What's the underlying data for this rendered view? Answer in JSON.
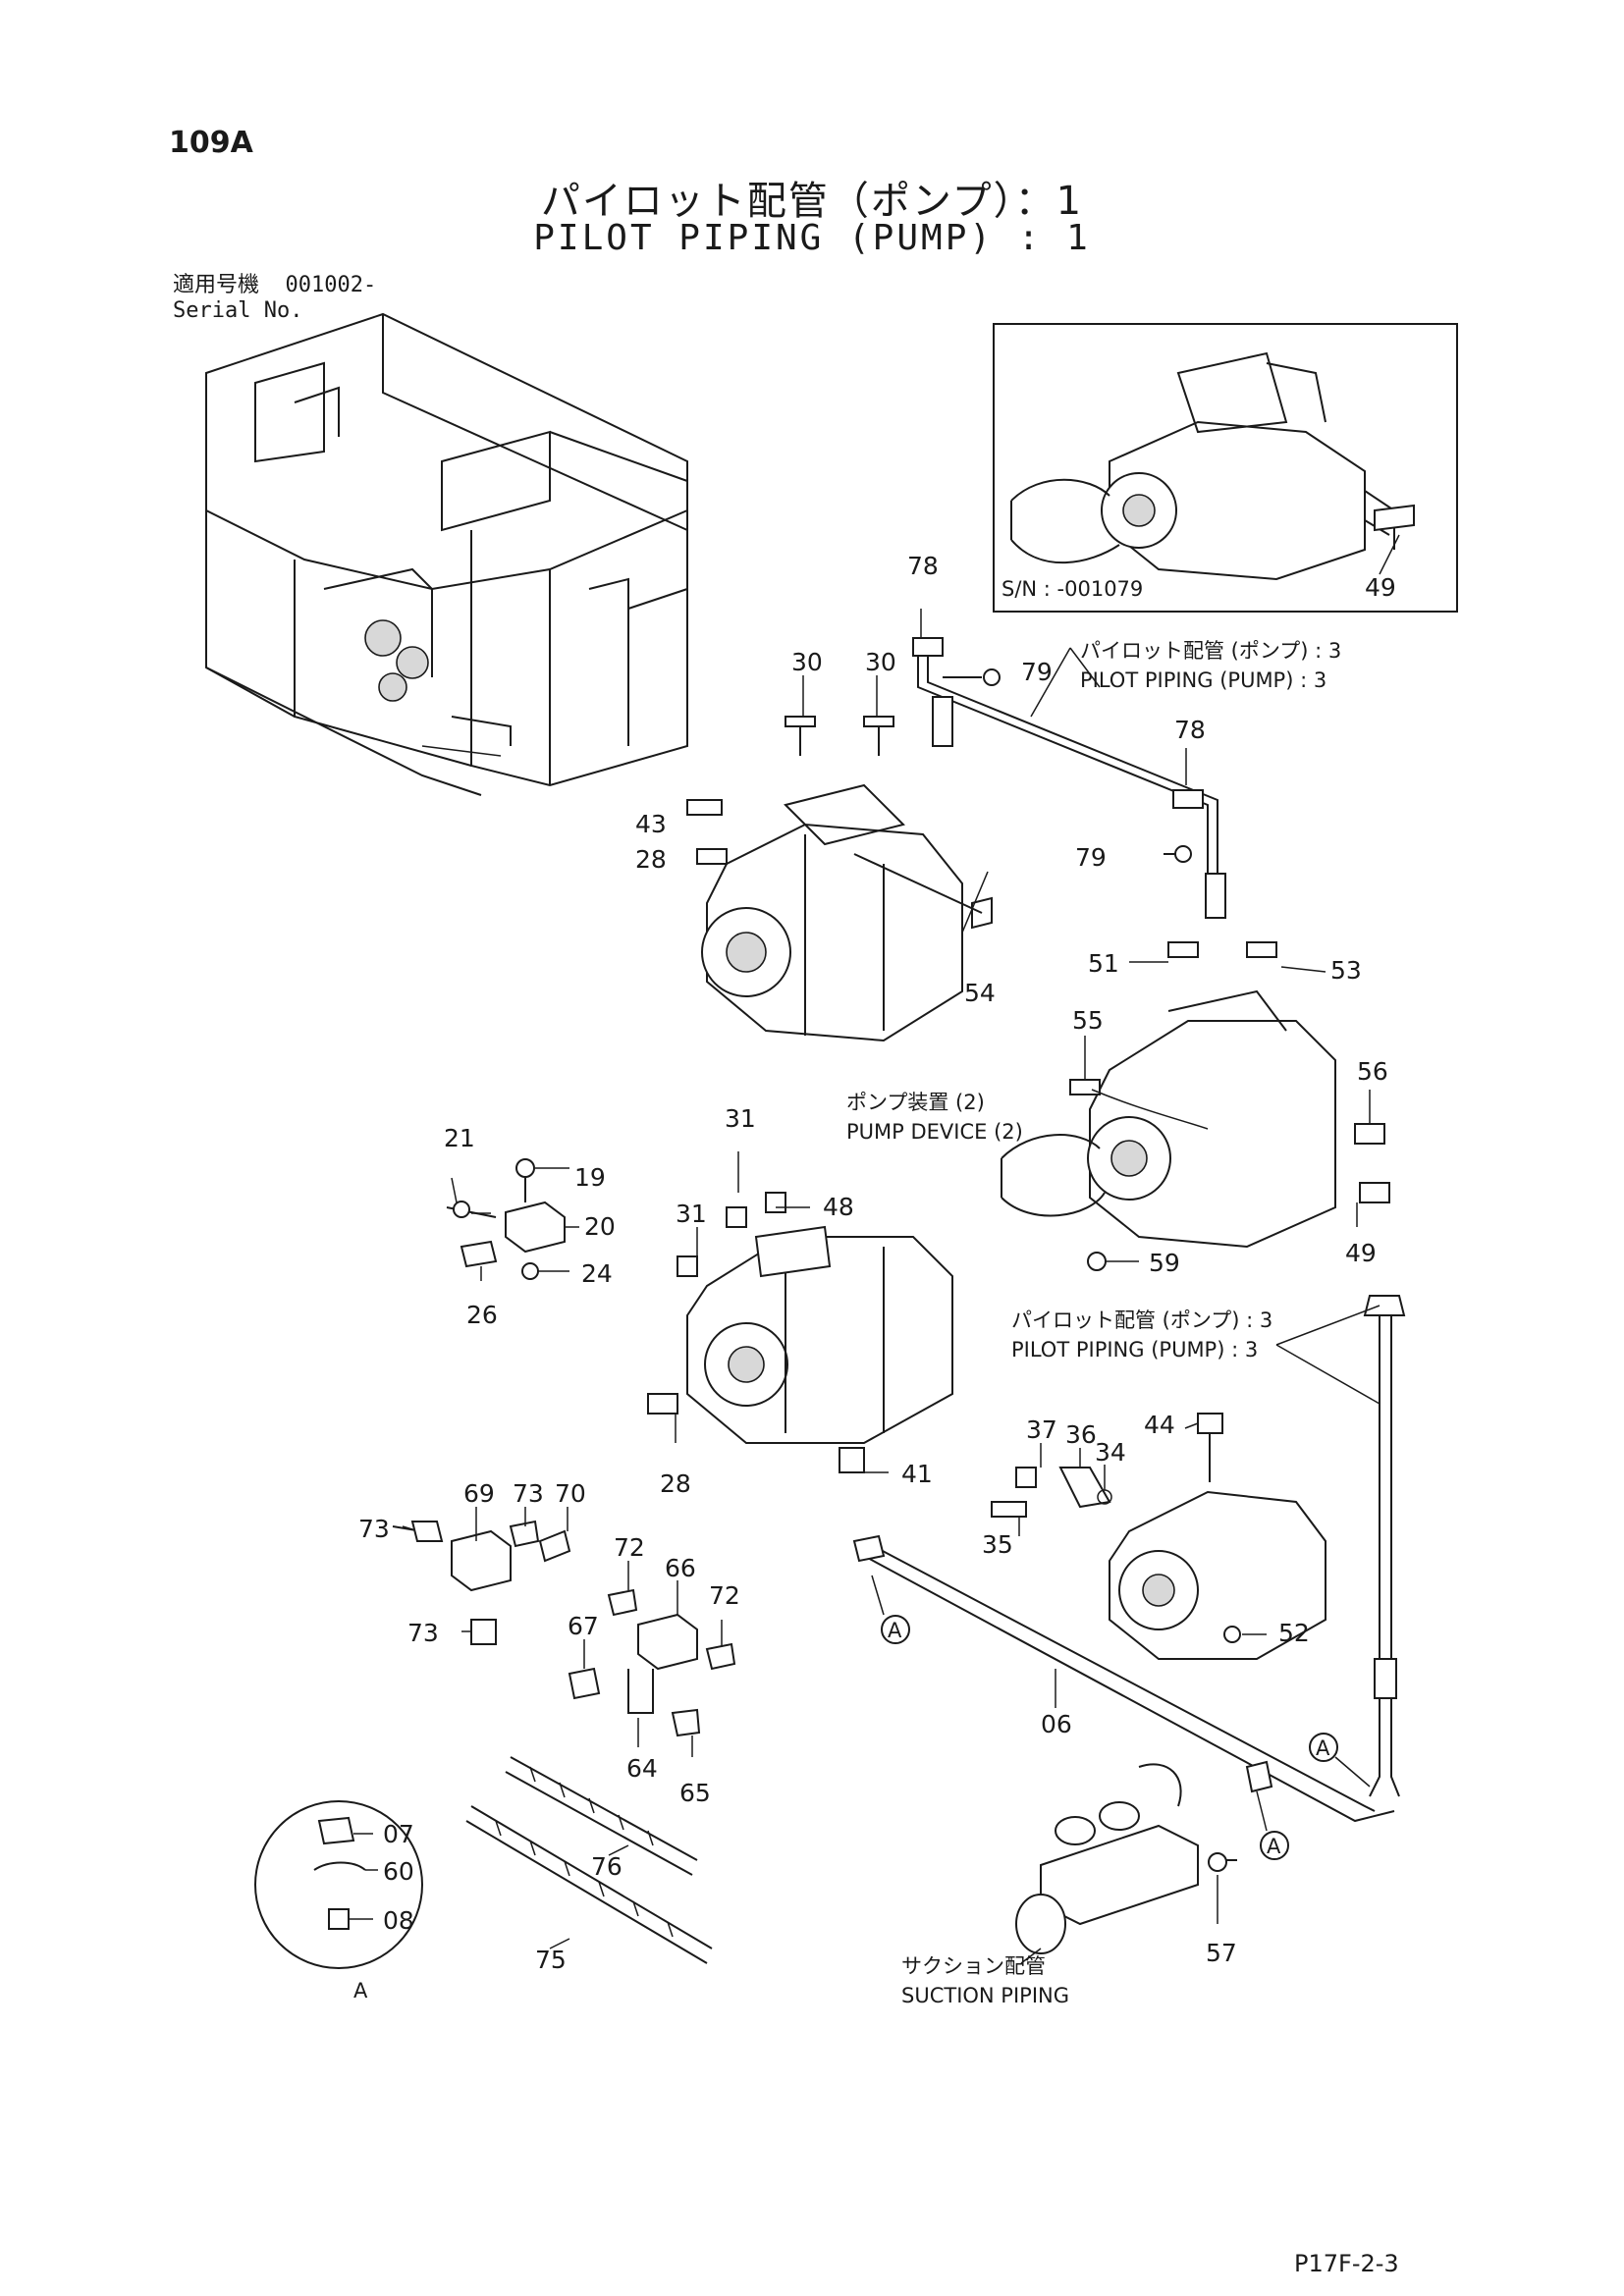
{
  "header": {
    "page_id": "109A",
    "title_jp": "パイロット配管（ポンプ）：1",
    "title_en": "PILOT PIPING (PUMP) : 1",
    "serial_label_jp": "適用号機",
    "serial_value": "001002-",
    "serial_label_en": "Serial No."
  },
  "inset": {
    "serial_note": "S/N : -001079",
    "callout": "49"
  },
  "captions": {
    "pilot_piping_3_a_jp": "パイロット配管 (ポンプ) : 3",
    "pilot_piping_3_a_en": "PILOT PIPING (PUMP) : 3",
    "pump_device_jp": "ポンプ装置 (2)",
    "pump_device_en": "PUMP DEVICE (2)",
    "pilot_piping_3_b_jp": "パイロット配管 (ポンプ) : 3",
    "pilot_piping_3_b_en": "PILOT PIPING (PUMP) : 3",
    "suction_jp": "サクション配管",
    "suction_en": "SUCTION PIPING",
    "detail_label": "A"
  },
  "callouts": {
    "c78a": "78",
    "c79a": "79",
    "c78b": "78",
    "c79b": "79",
    "c30a": "30",
    "c30b": "30",
    "c43": "43",
    "c28a": "28",
    "c54": "54",
    "c51": "51",
    "c53": "53",
    "c55": "55",
    "c56": "56",
    "c49": "49",
    "c59": "59",
    "c21": "21",
    "c19": "19",
    "c20": "20",
    "c26": "26",
    "c24": "24",
    "c31a": "31",
    "c31b": "31",
    "c48": "48",
    "c28b": "28",
    "c41": "41",
    "c37": "37",
    "c36": "36",
    "c34": "34",
    "c44": "44",
    "c35": "35",
    "c52": "52",
    "c69": "69",
    "c73a": "73",
    "c70": "70",
    "c73b": "73",
    "c73c": "73",
    "c72a": "72",
    "c66": "66",
    "c72b": "72",
    "c67": "67",
    "c64": "64",
    "c65": "65",
    "c06": "06",
    "c76": "76",
    "c75": "75",
    "c57": "57",
    "c07": "07",
    "c60": "60",
    "c08": "08",
    "markA1": "A",
    "markA2": "A",
    "markA3": "A"
  },
  "footer": {
    "page_code": "P17F-2-3"
  }
}
